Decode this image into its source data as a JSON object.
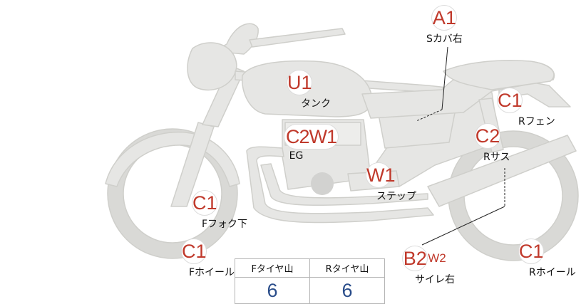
{
  "colors": {
    "body_fill": "#e6e6e4",
    "body_stroke": "#cfcfcb",
    "badge_text": "#c0392b",
    "value_text": "#2a4d8a"
  },
  "damage_marks": [
    {
      "code": "A1",
      "label": "Sカバ右"
    },
    {
      "code": "U1",
      "label": "タンク"
    },
    {
      "code": "C1",
      "label": "Rフェン"
    },
    {
      "code": "C2W1",
      "label": "EG"
    },
    {
      "code": "C2",
      "label": "Rサス"
    },
    {
      "code": "W1",
      "label": "ステップ"
    },
    {
      "code": "C1",
      "label": "Fフォク下"
    },
    {
      "code": "C1",
      "label": "Fホイール"
    },
    {
      "code": "B2",
      "sub": "W2",
      "label": "サイレ右"
    },
    {
      "code": "C1",
      "label": "Rホイール"
    }
  ],
  "tread": {
    "front_label": "Fタイヤ山",
    "front_value": "6",
    "rear_label": "Rタイヤ山",
    "rear_value": "6"
  }
}
